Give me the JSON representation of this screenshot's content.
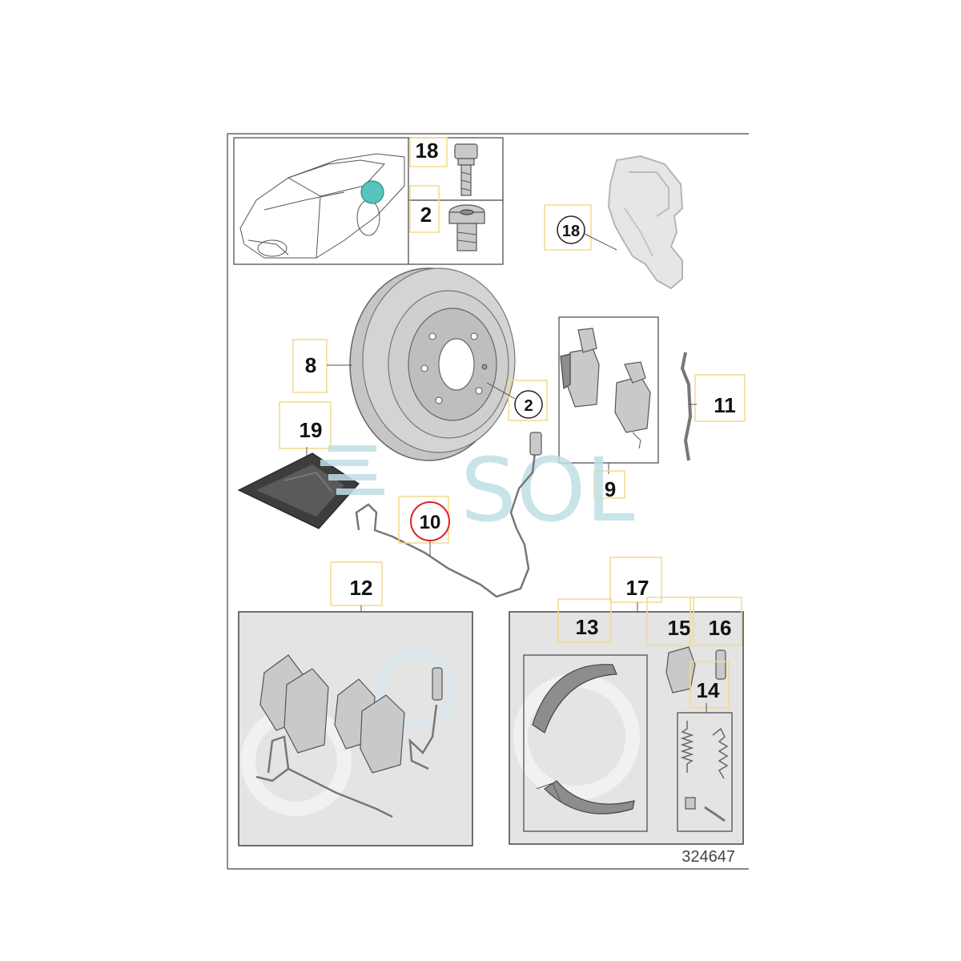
{
  "diagram": {
    "reference_number": "324647",
    "watermark_text": "SOL",
    "labels": {
      "bolt_top": "18",
      "plug_top": "2",
      "carrier": "18",
      "disc": "8",
      "disc_screw": "2",
      "pads": "9",
      "spring": "11",
      "grease": "19",
      "sensor": "10",
      "pad_kit": "12",
      "shoe_kit": "17",
      "shoes": "13",
      "part15": "15",
      "part16": "16",
      "springs": "14"
    },
    "colors": {
      "highlight_dot": "#57c4bd",
      "sensor_circle": "#e02020",
      "callout_box": "#f3d98e",
      "panel_fill": "#e4e4e4",
      "watermark": "#bfe0e6"
    }
  }
}
